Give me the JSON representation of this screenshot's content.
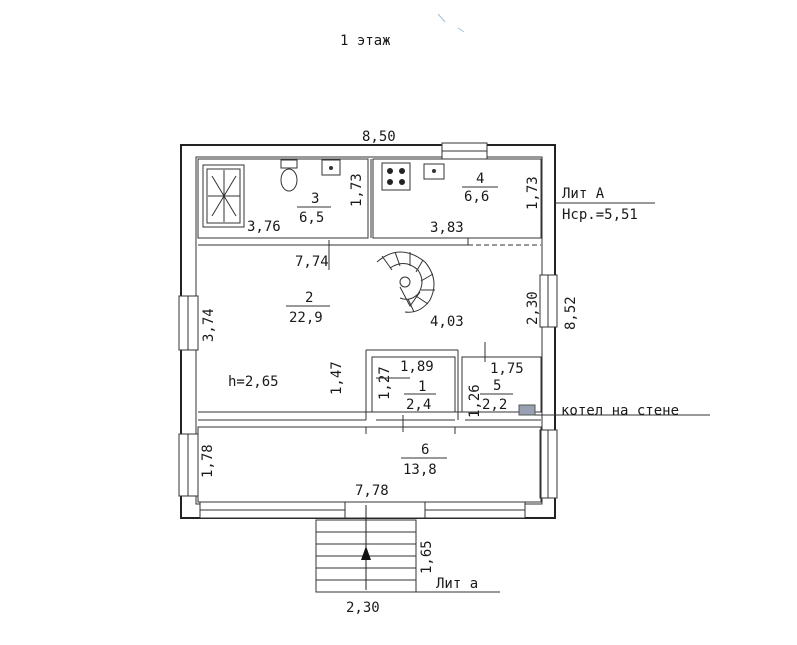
{
  "title": "1 этаж",
  "lit_main": "Лит А",
  "hsr": "Нср.=5,51",
  "lit_porch": "Лит а",
  "boiler_note": "котел на стене",
  "ceiling_height": "h=2,65",
  "dims": {
    "top_width": "8,50",
    "right_height": "8,52",
    "r3_width": "3,76",
    "r3_height": "1,73",
    "r4_width": "3,83",
    "r4_height": "1,73",
    "r2_width_top": "7,74",
    "r2_width_mid": "4,03",
    "r2_height_left": "3,74",
    "r2_height_right": "2,30",
    "r2_height_small": "1,47",
    "r1_width": "1,89",
    "r1_height": "1,27",
    "r5_width": "1,75",
    "r5_height": "1,26",
    "r6_width": "7,78",
    "r6_height": "1,78",
    "porch_width": "2,30",
    "porch_length": "1,65"
  },
  "rooms": [
    {
      "num": "3",
      "area": "6,5"
    },
    {
      "num": "4",
      "area": "6,6"
    },
    {
      "num": "2",
      "area": "22,9"
    },
    {
      "num": "1",
      "area": "2,4"
    },
    {
      "num": "5",
      "area": "2,2"
    },
    {
      "num": "6",
      "area": "13,8"
    }
  ],
  "icons": [
    "shower-icon",
    "toilet-icon",
    "sink-icon",
    "stove-icon",
    "kitchen-sink-icon",
    "spiral-stair-icon",
    "boiler-icon",
    "entry-arrow-icon"
  ],
  "colors": {
    "line": "#222222",
    "boiler": "#9aa0b4"
  }
}
